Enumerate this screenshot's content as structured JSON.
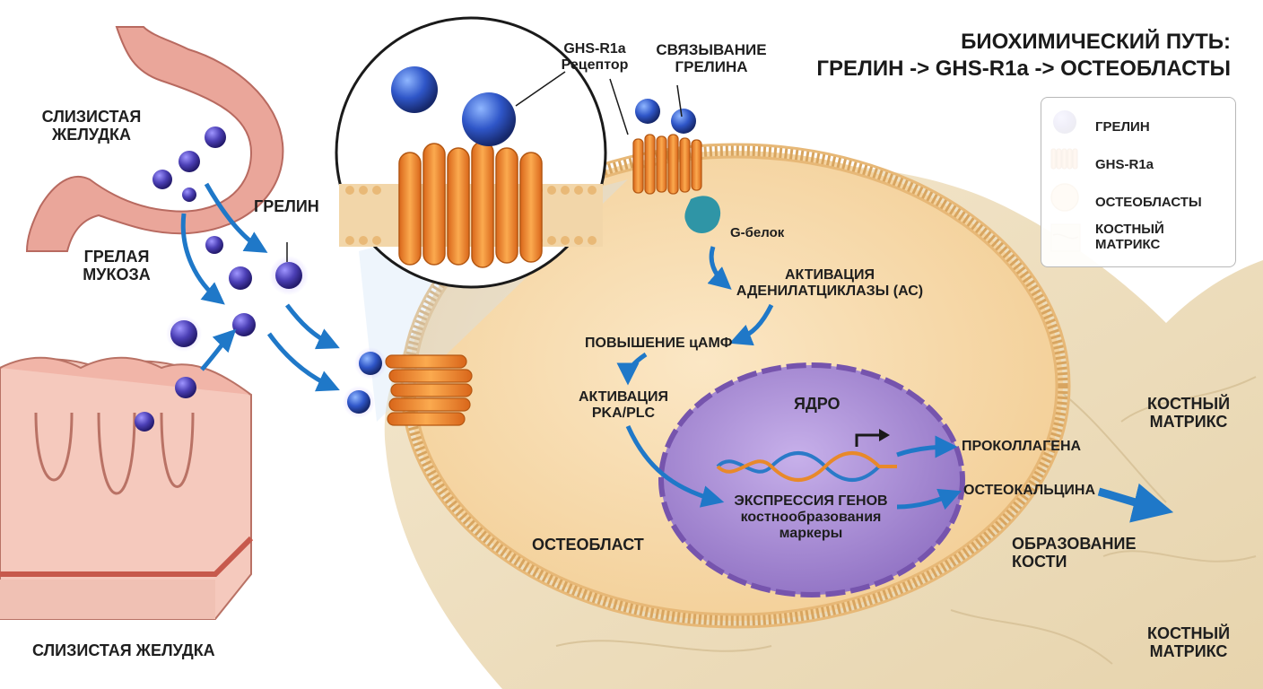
{
  "title": {
    "line1": "БИОХИМИЧЕСКИЙ ПУТЬ:",
    "line2": "ГРЕЛИН -> GHS-R1a -> ОСТЕОБЛАСТЫ"
  },
  "legend": [
    {
      "symbol": "ghrelin",
      "label": "ГРЕЛИН"
    },
    {
      "symbol": "receptor",
      "label": "GHS-R1a"
    },
    {
      "symbol": "osteoblast",
      "label": "ОСТЕОБЛАСТЫ"
    },
    {
      "symbol": "bone-matrix",
      "label": "КОСТНЫЙ\nМАТРИКС"
    }
  ],
  "labels": {
    "stomach_mucosa_top": "СЛИЗИСТАЯ\nЖЕЛУДКА",
    "ghrelin": "ГРЕЛИН",
    "grelin_mucosa": "ГРЕЛАЯ\nМУКОЗА",
    "stomach_mucosa_bottom": "СЛИЗИСТАЯ ЖЕЛУДКА",
    "receptor": "GHS-R1a\nРецептор",
    "binding": "СВЯЗЫВАНИЕ\nГРЕЛИНА",
    "g_protein": "G-белок",
    "ac_activation": "АКТИВАЦИЯ\nАДЕНИЛАТЦИКЛАЗЫ (АС)",
    "camp": "ПОВЫШЕНИЕ цАМФ",
    "pka": "АКТИВАЦИЯ\nPKA/PLC",
    "nucleus": "ЯДРО",
    "gene_expression": "ЭКСПРЕССИЯ ГЕНОВ\nкостнообразования\nмаркеры",
    "procollagen": "ПРОКОЛЛАГЕНА",
    "osteocalcin": "ОСТЕОКАЛЬЦИНА",
    "osteoblast": "ОСТЕОБЛАСТ",
    "bone_formation": "ОБРАЗОВАНИЕ\nКОСТИ",
    "bone_matrix_1": "КОСТНЫЙ\nМАТРИКС",
    "bone_matrix_2": "КОСТНЫЙ\nМАТРИКС"
  },
  "colors": {
    "ghrelin": "#4b3fb5",
    "receptor": "#f08a2a",
    "osteoblast": "#f7d9a8",
    "nucleus": "#a98bcf",
    "bone_matrix": "#efe1c2",
    "arrow": "#1f78c8",
    "stomach": "#e8a79a"
  }
}
